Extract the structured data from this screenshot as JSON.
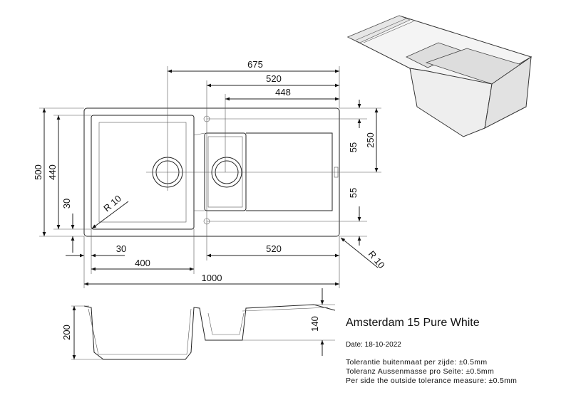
{
  "title": "Amsterdam 15 Pure White",
  "date": "Date: 18-10-2022",
  "tolerances": [
    "Tolerantie buitenmaat per zijde: ±0.5mm",
    "Toleranz Aussenmasse pro Seite: ±0.5mm",
    "Per side the outside tolerance measure: ±0.5mm"
  ],
  "dimensions": {
    "top_675": "675",
    "top_520": "520",
    "top_448": "448",
    "left_500": "500",
    "left_440": "440",
    "left_30": "30",
    "radius_inner": "R 10",
    "radius_outer": "R 10",
    "bottom_30": "30",
    "bottom_400": "400",
    "bottom_520": "520",
    "bottom_1000": "1000",
    "right_55_top": "55",
    "right_55_bottom": "55",
    "right_250": "250",
    "side_200": "200",
    "side_140": "140"
  }
}
